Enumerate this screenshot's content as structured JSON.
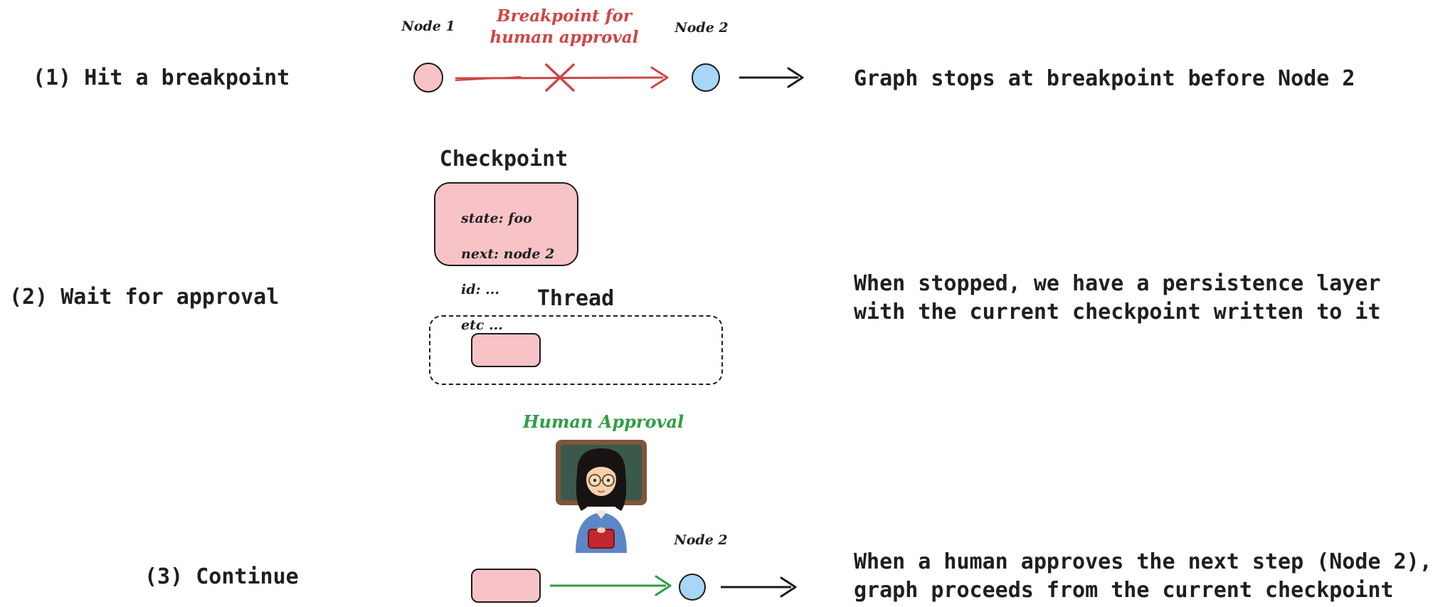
{
  "palette": {
    "pink": "#f7c3c7",
    "blue": "#a7d6f7",
    "red": "#d04545",
    "green": "#2f9e44",
    "stroke": "#1c1c1c",
    "text": "#1f1f1f"
  },
  "icons": {
    "teacher": "woman-teacher-emoji"
  },
  "steps": {
    "step1": {
      "label": "(1) Hit a breakpoint",
      "node1_label": "Node 1",
      "node2_label": "Node 2",
      "breakpoint_label": "Breakpoint for\nhuman approval",
      "result_text": "Graph stops at breakpoint before Node 2"
    },
    "step2": {
      "label": "(2) Wait for approval",
      "checkpoint_title": "Checkpoint",
      "checkpoint_lines": [
        "state: foo",
        "next: node 2",
        "id: ...",
        "etc ..."
      ],
      "thread_title": "Thread",
      "result_text": "When stopped, we have a persistence layer\nwith the current checkpoint written to it"
    },
    "step3": {
      "label": "(3) Continue",
      "approval_label": "Human Approval",
      "node2_label": "Node 2",
      "result_text": "When a human approves the next step (Node 2),\ngraph proceeds from the current checkpoint"
    }
  }
}
